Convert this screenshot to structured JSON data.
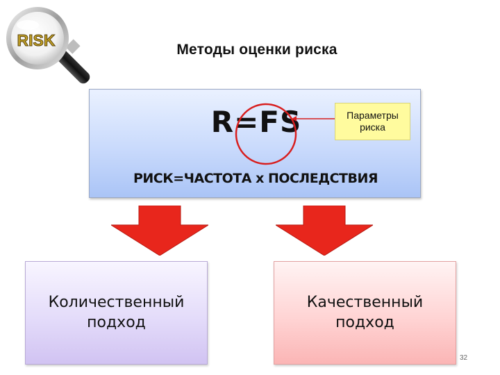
{
  "title": "Методы оценки риска",
  "logo": {
    "text": "RISK",
    "icon": "magnifying-glass-icon"
  },
  "formula_box": {
    "formula": "R=FS",
    "expansion": "РИСК=ЧАСТОТА х ПОСЛЕДСТВИЯ",
    "callout": "Параметры риска"
  },
  "approaches": {
    "quantitative": "Количественный подход",
    "qualitative": "Качественный подход"
  },
  "page_number": "32",
  "colors": {
    "formula_box": "#c9dafc",
    "callout": "#fffb9e",
    "arrows": "#e8261c",
    "circle": "#d81e1e",
    "quantitative_box": "#e4dcfa",
    "qualitative_box": "#ffd4d4"
  }
}
